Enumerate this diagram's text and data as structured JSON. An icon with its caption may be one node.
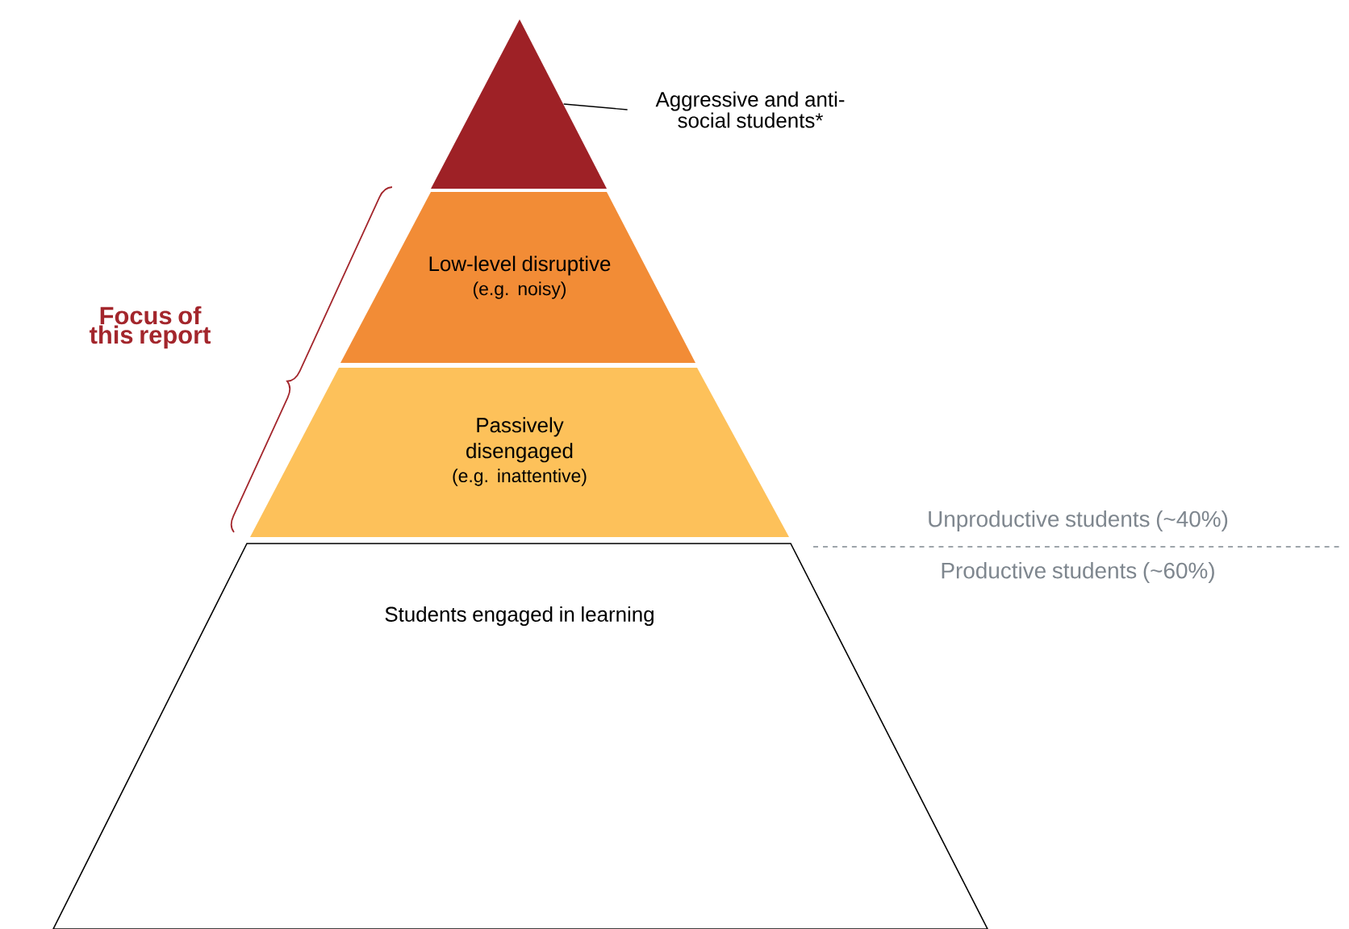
{
  "diagram": {
    "nodes": [
      {
        "text": [
          "Aggressive and anti-social students*"
        ]
      },
      {
        "text": [],
        "shape": "triangle"
      },
      {
        "text": [
          "Low-level disruptive",
          "(e.g. noisy)"
        ]
      },
      {
        "text": [
          "Passively disengaged",
          "(e.g. inattentive)"
        ]
      },
      {
        "text": [
          "Students engaged in learning"
        ]
      }
    ],
    "edges": [
      {
        "from": 0,
        "to": 1,
        "arrow": "none"
      }
    ],
    "labels": [
      "Focus of this report",
      "Unproductive students (~40%)",
      "Productive students (~60%)"
    ]
  }
}
